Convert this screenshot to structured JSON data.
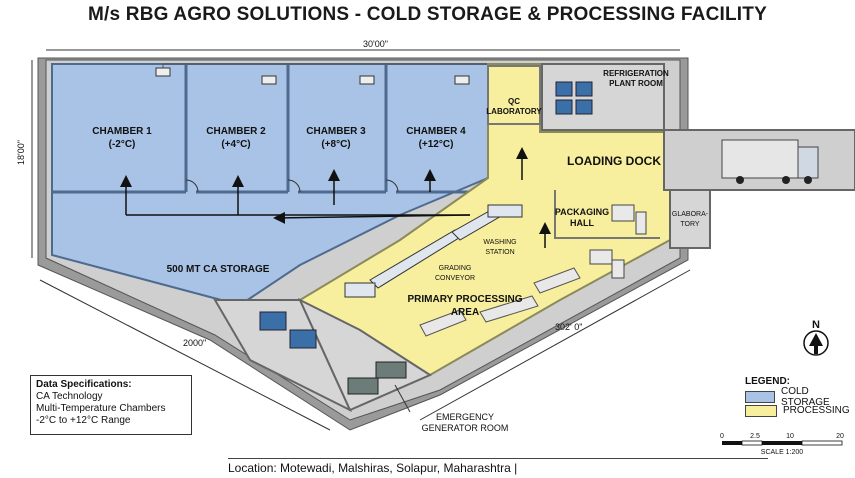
{
  "title": "M/s RBG AGRO SOLUTIONS - COLD STORAGE & PROCESSING FACILITY",
  "dimensions": {
    "top": "30'00\"",
    "left": "18'00\"",
    "bottom_left": "2000\"",
    "bottom_right": "302' 0\""
  },
  "rooms": {
    "chamber1": {
      "name": "CHAMBER 1",
      "temp": "(-2°C)"
    },
    "chamber2": {
      "name": "CHAMBER 2",
      "temp": "(+4°C)"
    },
    "chamber3": {
      "name": "CHAMBER 3",
      "temp": "(+8°C)"
    },
    "chamber4": {
      "name": "CHAMBER 4",
      "temp": "(+12°C)"
    },
    "ca_storage": "500 MT CA STORAGE",
    "qc_lab": [
      "QC",
      "LABORATORY"
    ],
    "refrigeration": [
      "REFRIGERATION",
      "PLANT ROOM"
    ],
    "loading_dock": "LOADING DOCK",
    "packaging": [
      "PACKAGING",
      "HALL"
    ],
    "glaboratory": [
      "GLABORA-",
      "TORY"
    ],
    "washing": [
      "WASHING",
      "STATION"
    ],
    "grading": [
      "GRADING",
      "CONVEYOR"
    ],
    "primary": [
      "PRIMARY PROCESSING",
      "AREA"
    ],
    "generator": [
      "EMERGENCY",
      "GENERATOR ROOM"
    ]
  },
  "specs": {
    "heading": "Data Specifications:",
    "lines": [
      "CA Technology",
      "Multi-Temperature Chambers",
      "-2°C to +12°C Range"
    ]
  },
  "legend": {
    "heading": "LEGEND:",
    "items": [
      {
        "label": "COLD STORAGE",
        "color": "#a9c3e6"
      },
      {
        "label": "PROCESSING",
        "color": "#f7ef9e"
      }
    ]
  },
  "north": "N",
  "scale": {
    "ticks": [
      "0",
      "2.5",
      "10",
      "20"
    ],
    "label": "SCALE 1:200"
  },
  "footer": "Location: Motewadi, Malshiras, Solapur, Maharashtra |",
  "colors": {
    "cold": "#a9c3e6",
    "processing": "#f7ef9e",
    "wall": "#8c8c8c",
    "gray_room": "#d6d6d6"
  }
}
